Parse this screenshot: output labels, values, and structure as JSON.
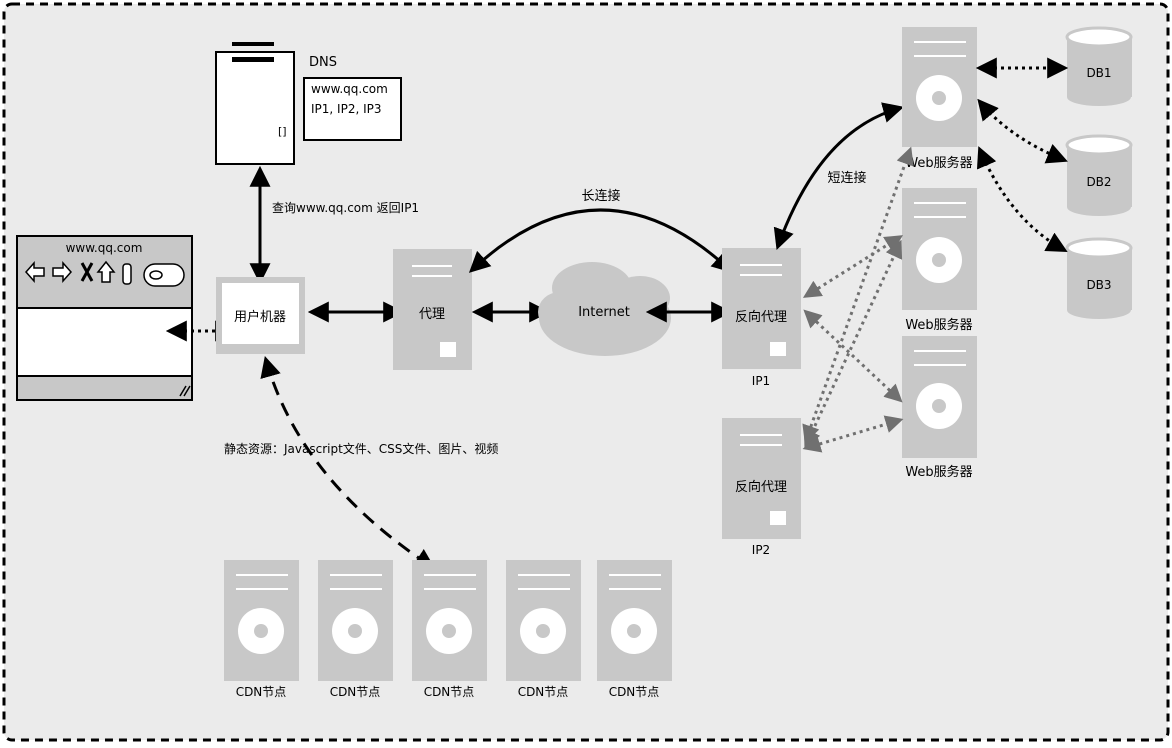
{
  "dns": {
    "label": "DNS",
    "record_host": "www.qq.com",
    "record_ips": "IP1, IP2, IP3",
    "bracket": "[]"
  },
  "query_label": "查询www.qq.com 返回IP1",
  "browser": {
    "url": "www.qq.com"
  },
  "user_machine": "用户机器",
  "proxy": "代理",
  "internet": "Internet",
  "long_conn": "长连接",
  "short_conn": "短连接",
  "reverse_proxies": [
    {
      "label": "反向代理",
      "ip": "IP1"
    },
    {
      "label": "反向代理",
      "ip": "IP2"
    }
  ],
  "web_servers": [
    "Web服务器",
    "Web服务器",
    "Web服务器"
  ],
  "databases": [
    "DB1",
    "DB2",
    "DB3"
  ],
  "static_label": "静态资源：Javascript文件、CSS文件、图片、视频",
  "cdn_nodes": [
    "CDN节点",
    "CDN节点",
    "CDN节点",
    "CDN节点",
    "CDN节点"
  ],
  "colors": {
    "canvas": "#ebebeb",
    "server": "#c8c8c8",
    "ink": "#000000",
    "dotted_gray": "#707070"
  }
}
